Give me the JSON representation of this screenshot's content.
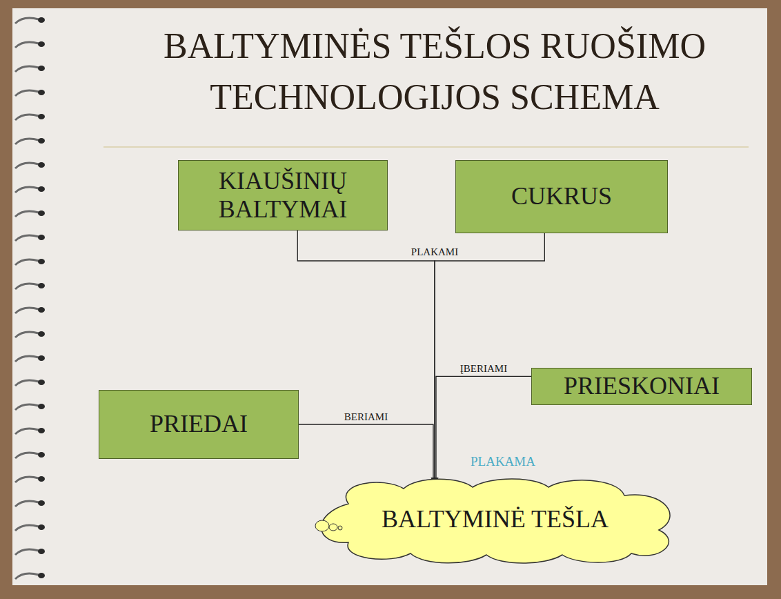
{
  "diagram": {
    "title": "BALTYMINĖS TEŠLOS RUOŠIMO TECHNOLOGIJOS SCHEMA",
    "nodes": [
      {
        "text": [
          "KIAUŠINIŲ BALTYMAI"
        ]
      },
      {
        "text": [
          "CUKRUS"
        ]
      },
      {
        "text": [
          "PRIESKONIAI"
        ]
      },
      {
        "text": [
          "PRIEDAI"
        ]
      },
      {
        "text": [
          "BALTYMINĖ TEŠLA"
        ]
      }
    ],
    "edges": [
      {
        "from": 0,
        "to": 4,
        "label": "PLAKAMI",
        "arrow": "to"
      },
      {
        "from": 1,
        "to": 4,
        "arrow": "to"
      },
      {
        "from": 2,
        "to": 4,
        "label": "ĮBERIAMI",
        "arrow": "to"
      },
      {
        "from": 3,
        "to": 4,
        "label": "BERIAMI",
        "arrow": "to"
      }
    ],
    "labels": [
      "PLAKAMA"
    ]
  }
}
